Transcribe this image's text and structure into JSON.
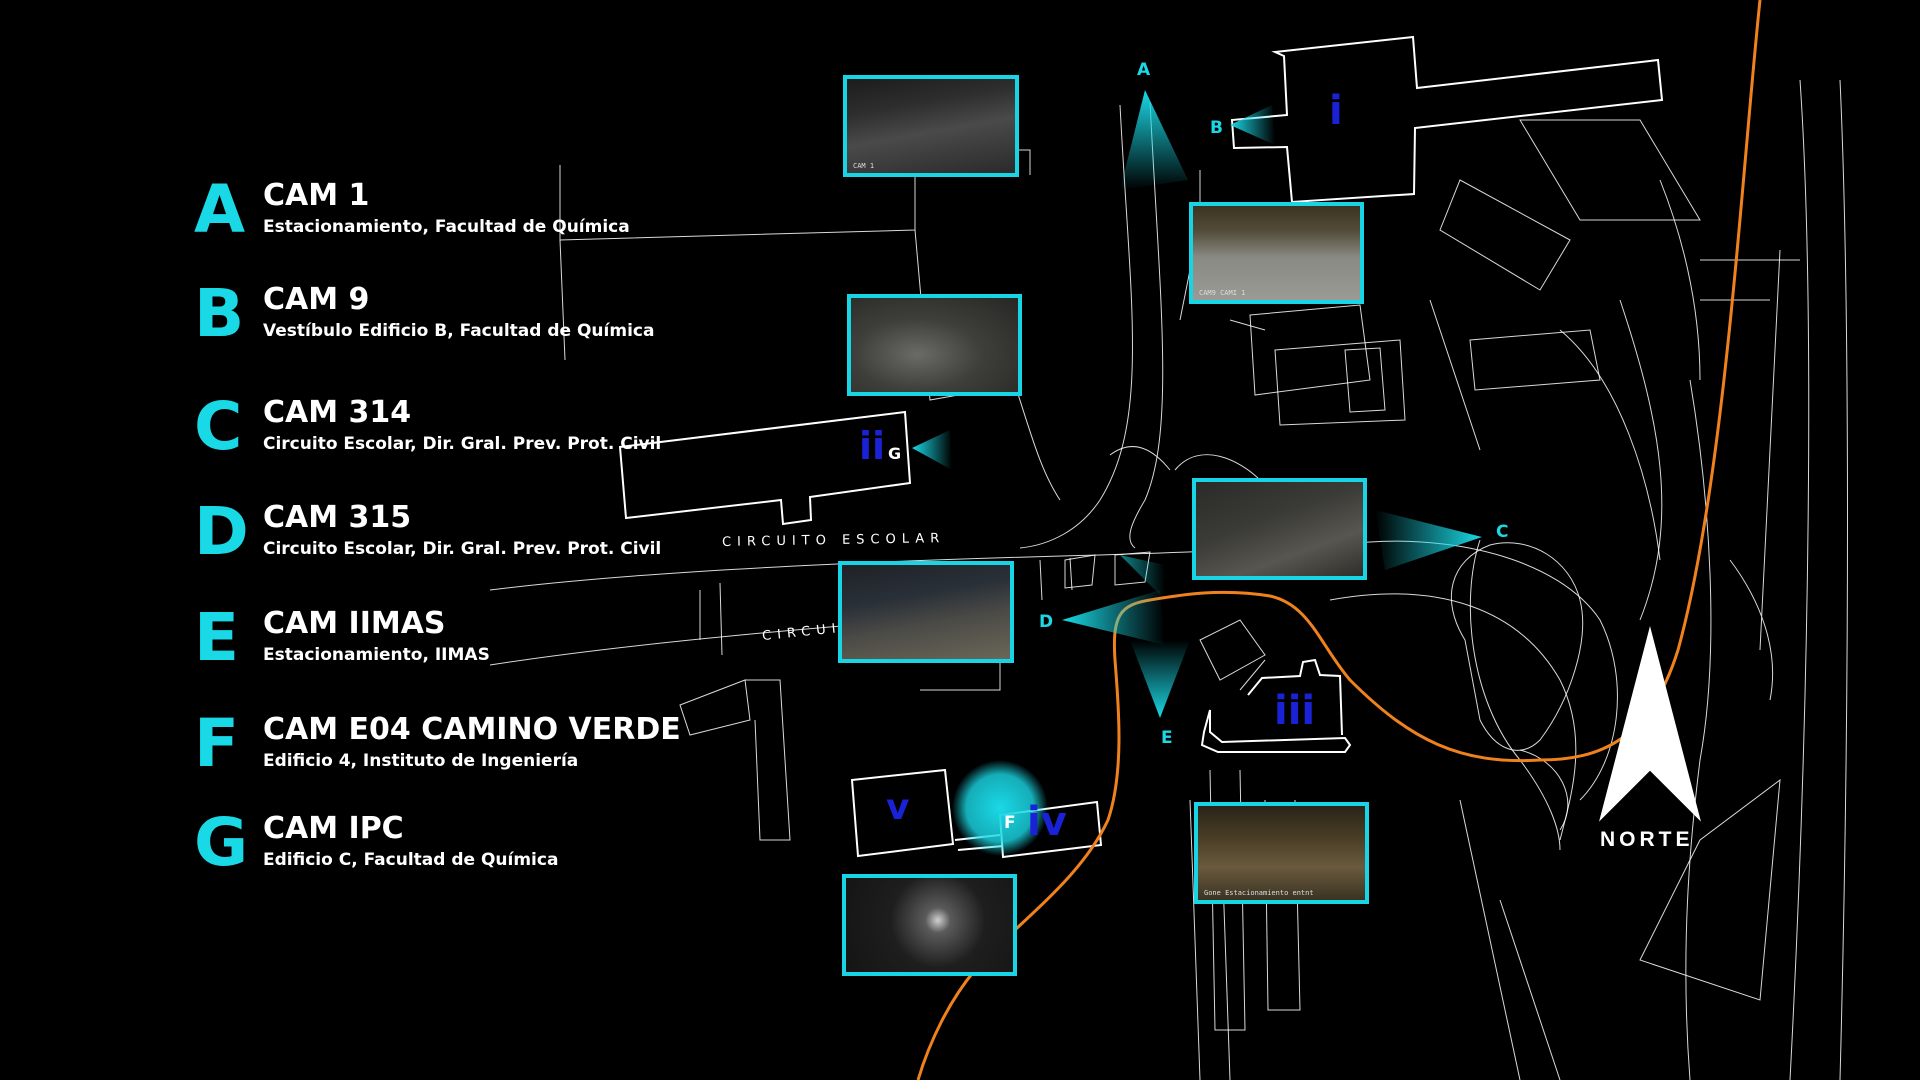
{
  "legend": [
    {
      "letter": "A",
      "title": "CAM 1",
      "subtitle": "Estacionamiento, Facultad de Química"
    },
    {
      "letter": "B",
      "title": "CAM 9",
      "subtitle": "Vestíbulo Edificio B, Facultad de Química"
    },
    {
      "letter": "C",
      "title": "CAM 314",
      "subtitle": "Circuito Escolar, Dir. Gral. Prev. Prot. Civil"
    },
    {
      "letter": "D",
      "title": "CAM 315",
      "subtitle": "Circuito Escolar, Dir. Gral. Prev. Prot. Civil"
    },
    {
      "letter": "E",
      "title": "CAM IIMAS",
      "subtitle": "Estacionamiento, IIMAS"
    },
    {
      "letter": "F",
      "title": "CAM E04 CAMINO VERDE",
      "subtitle": "Edificio 4, Instituto de Ingeniería"
    },
    {
      "letter": "G",
      "title": "CAM IPC",
      "subtitle": "Edificio C, Facultad de Química"
    }
  ],
  "map": {
    "road_label_upper": "CIRCUITO ESCOLAR",
    "road_label_lower": "CIRCUI",
    "building_labels": [
      "i",
      "ii",
      "iii",
      "iv",
      "v"
    ],
    "camera_markers": [
      "A",
      "B",
      "C",
      "D",
      "E",
      "F",
      "G"
    ],
    "north_label": "NORTE"
  },
  "thumbnails": {
    "cam1_caption": "CAM 1",
    "cam9_caption": "CAM9  CAMI  1",
    "iimas_caption": "Gone Estacionamiento entnt"
  },
  "colors": {
    "accent": "#1ad9e6",
    "route": "#f0821e",
    "building_label": "#1a22d8",
    "map_lines": "#ffffff",
    "background": "#000000"
  }
}
